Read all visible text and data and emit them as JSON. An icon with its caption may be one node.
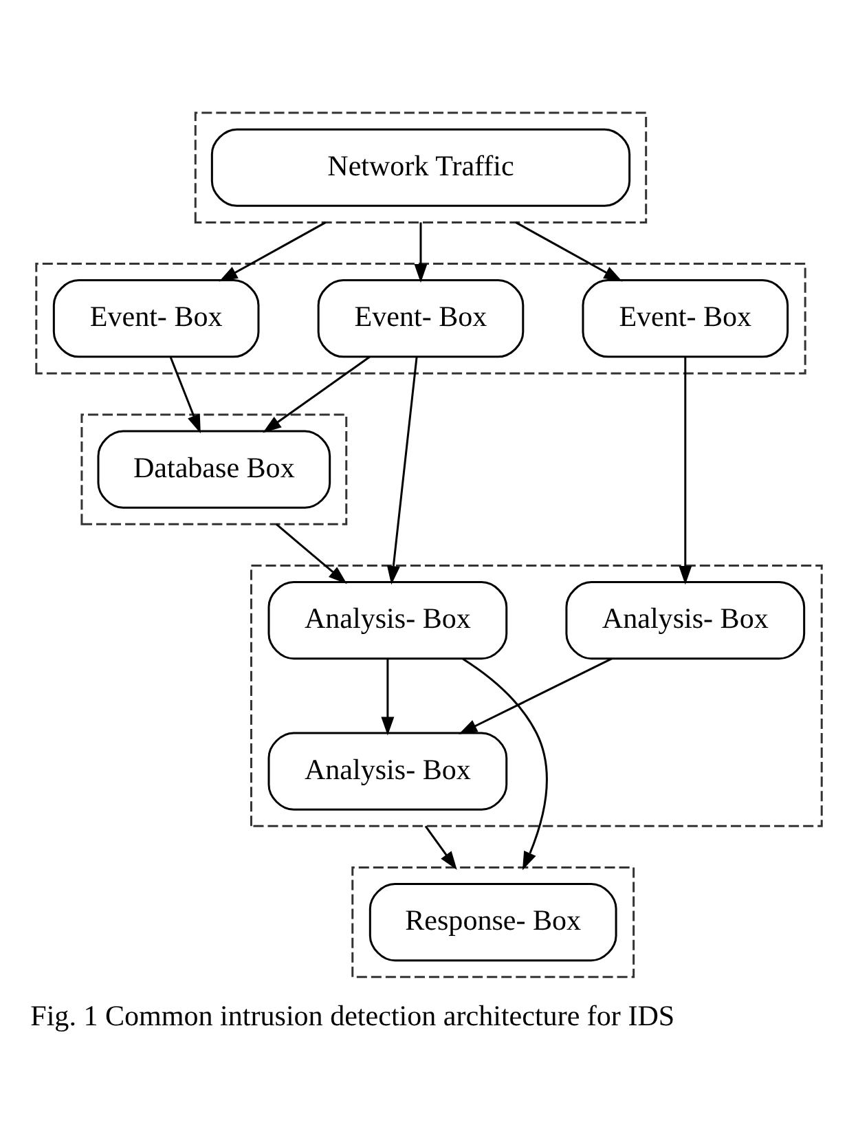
{
  "diagram": {
    "caption": "Fig. 1 Common intrusion detection architecture for IDS",
    "nodes": [
      {
        "text": [],
        "shape": "box"
      },
      {
        "text": [
          "Network Traffic"
        ],
        "in": 0
      },
      {
        "text": [],
        "shape": "box"
      },
      {
        "text": [
          "Event- Box"
        ],
        "in": 2
      },
      {
        "text": [
          "Event- Box"
        ],
        "in": 2
      },
      {
        "text": [
          "Event- Box"
        ],
        "in": 2
      },
      {
        "text": [],
        "shape": "box"
      },
      {
        "text": [
          "Database Box"
        ],
        "in": 6
      },
      {
        "text": [],
        "shape": "box"
      },
      {
        "text": [
          "Analysis- Box"
        ],
        "in": 8
      },
      {
        "text": [
          "Analysis- Box"
        ],
        "in": 8
      },
      {
        "text": [
          "Analysis- Box"
        ],
        "in": 8
      },
      {
        "text": [],
        "shape": "box"
      },
      {
        "text": [
          "Response- Box"
        ],
        "in": 12
      }
    ],
    "edges": [
      {
        "from": 0,
        "to": 3,
        "arrow": "to"
      },
      {
        "from": 0,
        "to": 4,
        "arrow": "to"
      },
      {
        "from": 0,
        "to": 5,
        "arrow": "to"
      },
      {
        "from": 3,
        "to": 7,
        "arrow": "to"
      },
      {
        "from": 4,
        "to": 7,
        "arrow": "to"
      },
      {
        "from": 4,
        "to": 9,
        "arrow": "to"
      },
      {
        "from": 5,
        "to": 10,
        "arrow": "to"
      },
      {
        "from": 6,
        "to": 9,
        "arrow": "to"
      },
      {
        "from": 9,
        "to": 11,
        "arrow": "to"
      },
      {
        "from": 10,
        "to": 11,
        "arrow": "to"
      },
      {
        "from": 9,
        "to": 12,
        "arrow": "to"
      },
      {
        "from": 8,
        "to": 12,
        "arrow": "to"
      }
    ]
  }
}
